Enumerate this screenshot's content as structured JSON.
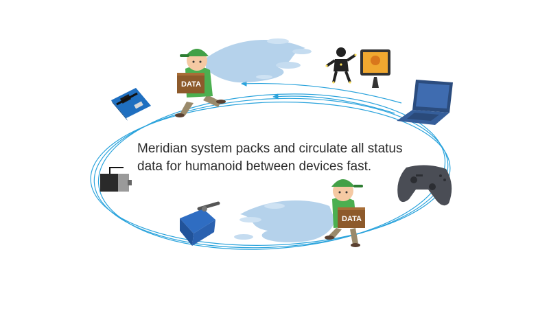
{
  "caption": {
    "line1": "Meridian system packs and circulate all status",
    "line2": "data for humanoid between devices fast."
  },
  "couriers": [
    {
      "box_label": "DATA"
    },
    {
      "box_label": "DATA"
    }
  ],
  "devices": [
    {
      "icon": "motion-capture-icon"
    },
    {
      "icon": "laptop-icon"
    },
    {
      "icon": "gamepad-icon"
    },
    {
      "icon": "servo-motor-icon"
    },
    {
      "icon": "dc-motor-icon"
    },
    {
      "icon": "microcontroller-board-icon"
    }
  ],
  "colors": {
    "ring": "#2aa3dc",
    "cap": "#43a047",
    "box": "#8d5a2b",
    "splash": "#9fc4e4",
    "device_blue": "#2b5fa8",
    "text": "#2b2b2b"
  }
}
